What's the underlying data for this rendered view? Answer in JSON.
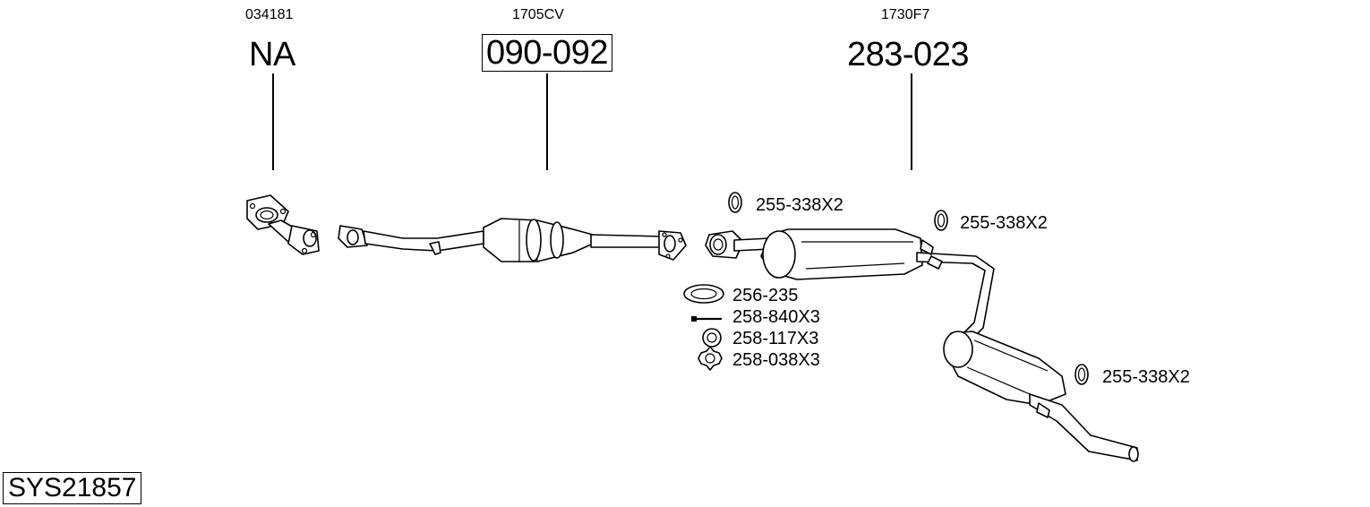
{
  "sections": [
    {
      "ref": "034181",
      "part": "NA",
      "boxed": false
    },
    {
      "ref": "1705CV",
      "part": "090-092",
      "boxed": true
    },
    {
      "ref": "1730F7",
      "part": "283-023",
      "boxed": false
    }
  ],
  "accessories": {
    "gasket_1": "255-338X2",
    "gasket_2": "255-338X2",
    "gasket_3": "255-338X2",
    "ring_gasket": "256-235",
    "bolt": "258-840X3",
    "washer": "258-117X3",
    "nut": "258-038X3"
  },
  "system_code": "SYS21857"
}
